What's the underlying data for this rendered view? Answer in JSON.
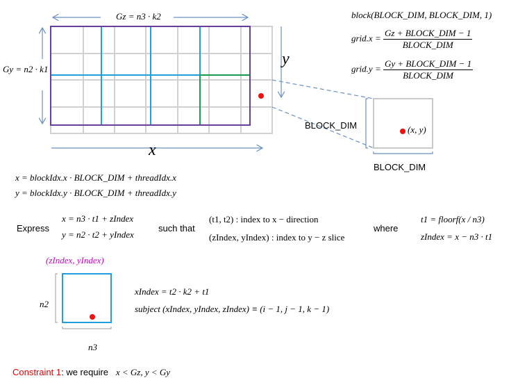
{
  "grid": {
    "gz_label": "Gz = n3 · k2",
    "gy_label": "Gy = n2 · k1",
    "x_axis": "x",
    "y_axis": "y"
  },
  "block": {
    "side_label": "BLOCK_DIM",
    "bottom_label": "BLOCK_DIM",
    "point_label": "(x, y)"
  },
  "launch": {
    "block": "block(BLOCK_DIM, BLOCK_DIM, 1)",
    "grid_x_lhs": "grid.x =",
    "grid_x_num": "Gz + BLOCK_DIM − 1",
    "grid_x_den": "BLOCK_DIM",
    "grid_y_lhs": "grid.y =",
    "grid_y_num": "Gy + BLOCK_DIM − 1",
    "grid_y_den": "BLOCK_DIM"
  },
  "index_eqs": [
    "x = blockIdx.x · BLOCK_DIM + threadIdx.x",
    "y = blockIdx.y · BLOCK_DIM + threadIdx.y"
  ],
  "express": {
    "label": "Express",
    "eq1": "x = n3 · t1 + zIndex",
    "eq2": "y = n2 · t2 + yIndex",
    "such_that": "such that",
    "st1": "(t1, t2) : index to x − direction",
    "st2": "(zIndex, yIndex) : index to y − z slice",
    "where": "where",
    "w1": "t1 = floorf(x / n3)",
    "w2": "zIndex = x − n3 · t1"
  },
  "slice": {
    "title": "(zIndex, yIndex)",
    "side": "n2",
    "bottom": "n3",
    "eq1": "xIndex = t2 · k2 + t1",
    "eq2": "subject   (xIndex, yIndex, zIndex) ≡ (i − 1, j − 1, k − 1)"
  },
  "constraint": {
    "prefix": "Constraint 1",
    "rest": ": we require",
    "cond": "x < Gz,   y < Gy"
  },
  "colors": {
    "grid": "#d0d0d0",
    "outer": "#6a3d9a",
    "blue": "#1ea0dc",
    "green": "#1a9a50",
    "arrow": "#6b8fc0",
    "dot": "#ee1111",
    "magenta": "#cc00cc",
    "red": "#e00000"
  }
}
